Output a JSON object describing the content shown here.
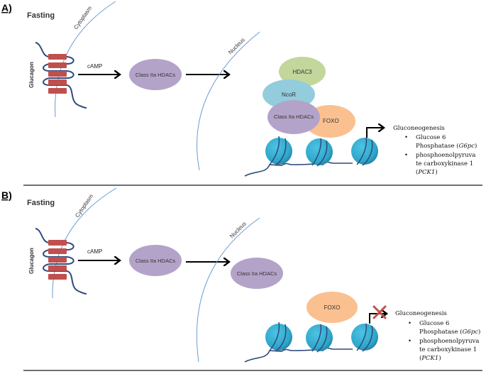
{
  "panels": [
    {
      "id": "A",
      "panel_label": "A)",
      "condition": "Fasting",
      "receptor_label": "Glucagon",
      "cytoplasm_label": "Cytoplasm",
      "nucleus_label": "Nucleus",
      "messenger_label": "cAMP",
      "cytoplasmic_hdac_label": "Class IIa HDACs",
      "complex": {
        "hdac3": "HDAC3",
        "ncor": "NcoR",
        "class2a": "Class IIa HDACs",
        "foxo": "FOXO"
      },
      "transcription_blocked": false,
      "output_title": "Gluconeogenesis",
      "genes": [
        {
          "name": "Glucose 6",
          "name2_prefix": "Phosphatase (",
          "symbol": "G6pc",
          "suffix": ")"
        },
        {
          "name": "phosphoenolpyruva",
          "name2_prefix": "te carboxykinase 1",
          "name3_prefix": "(",
          "symbol": "PCK1",
          "suffix": ")"
        }
      ]
    },
    {
      "id": "B",
      "panel_label": "B)",
      "condition": "Fasting",
      "receptor_label": "Glucagon",
      "cytoplasm_label": "Cytoplasm",
      "nucleus_label": "Nucleus",
      "messenger_label": "cAMP",
      "cytoplasmic_hdac_label": "Class IIa HDACs",
      "nuclear_hdac_label": "Class IIa HDACs",
      "foxo": "FOXO",
      "transcription_blocked": true,
      "output_title": "Gluconeogenesis",
      "genes": [
        {
          "name": "Glucose 6",
          "name2_prefix": "Phosphatase (",
          "symbol": "G6pc",
          "suffix": ")"
        },
        {
          "name": "phosphoenolpyruva",
          "name2_prefix": "te carboxykinase 1",
          "name3_prefix": "(",
          "symbol": "PCK1",
          "suffix": ")"
        }
      ]
    }
  ],
  "colors": {
    "receptor": "#c0504d",
    "strand": "#2e4a7d",
    "membrane": "#6b9bd2",
    "hdac": "#b4a3c8",
    "hdac3": "#c3d69b",
    "ncor": "#93cddd",
    "foxo": "#fac090",
    "nucleosome": "#31a9cc",
    "block_x": "#c0504d",
    "divider": "#404040"
  }
}
